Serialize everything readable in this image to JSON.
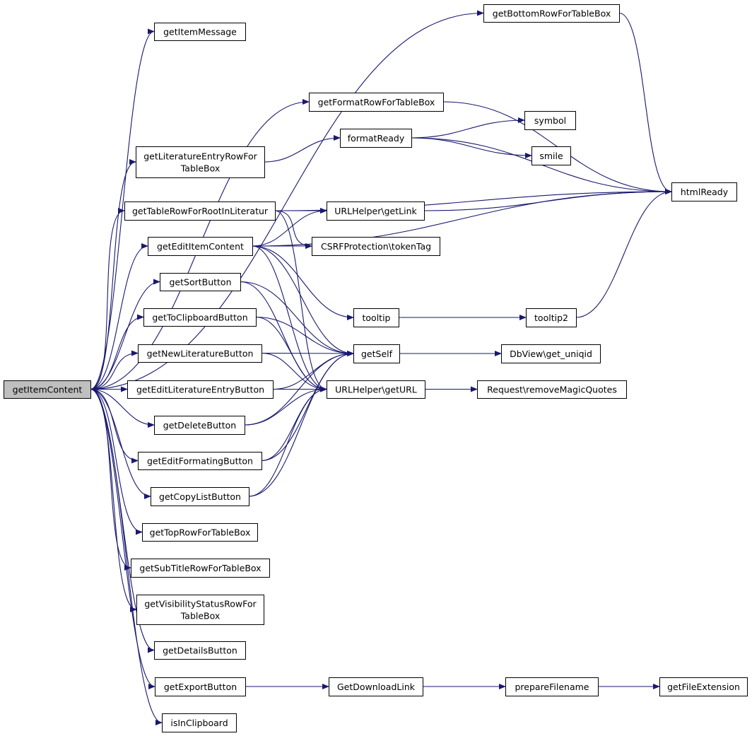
{
  "nodes": [
    {
      "id": "getItemContent",
      "lines": [
        "getItemContent"
      ],
      "root": true
    },
    {
      "id": "getItemMessage",
      "lines": [
        "getItemMessage"
      ]
    },
    {
      "id": "getBottomRowForTableBox",
      "lines": [
        "getBottomRowForTableBox"
      ]
    },
    {
      "id": "getFormatRowForTableBox",
      "lines": [
        "getFormatRowForTableBox"
      ]
    },
    {
      "id": "getLiteratureEntryRowForTableBox",
      "lines": [
        "getLiteratureEntryRowFor",
        "TableBox"
      ]
    },
    {
      "id": "formatReady",
      "lines": [
        "formatReady"
      ]
    },
    {
      "id": "symbol",
      "lines": [
        "symbol"
      ]
    },
    {
      "id": "smile",
      "lines": [
        "smile"
      ]
    },
    {
      "id": "htmlReady",
      "lines": [
        "htmlReady"
      ]
    },
    {
      "id": "getTableRowForRootInLiteratur",
      "lines": [
        "getTableRowForRootInLiteratur"
      ]
    },
    {
      "id": "URLHelperGetLink",
      "lines": [
        "URLHelper\\getLink"
      ]
    },
    {
      "id": "getEditItemContent",
      "lines": [
        "getEditItemContent"
      ]
    },
    {
      "id": "CSRFProtectionTokenTag",
      "lines": [
        "CSRFProtection\\tokenTag"
      ]
    },
    {
      "id": "getSortButton",
      "lines": [
        "getSortButton"
      ]
    },
    {
      "id": "tooltip",
      "lines": [
        "tooltip"
      ]
    },
    {
      "id": "tooltip2",
      "lines": [
        "tooltip2"
      ]
    },
    {
      "id": "getToClipboardButton",
      "lines": [
        "getToClipboardButton"
      ]
    },
    {
      "id": "getNewLiteratureButton",
      "lines": [
        "getNewLiteratureButton"
      ]
    },
    {
      "id": "getSelf",
      "lines": [
        "getSelf"
      ]
    },
    {
      "id": "DbViewGetUniqid",
      "lines": [
        "DbView\\get_uniqid"
      ]
    },
    {
      "id": "getEditLiteratureEntryButton",
      "lines": [
        "getEditLiteratureEntryButton"
      ]
    },
    {
      "id": "URLHelperGetURL",
      "lines": [
        "URLHelper\\getURL"
      ]
    },
    {
      "id": "RequestRemoveMagicQuotes",
      "lines": [
        "Request\\removeMagicQuotes"
      ]
    },
    {
      "id": "getDeleteButton",
      "lines": [
        "getDeleteButton"
      ]
    },
    {
      "id": "getEditFormatingButton",
      "lines": [
        "getEditFormatingButton"
      ]
    },
    {
      "id": "getCopyListButton",
      "lines": [
        "getCopyListButton"
      ]
    },
    {
      "id": "getTopRowForTableBox",
      "lines": [
        "getTopRowForTableBox"
      ]
    },
    {
      "id": "getSubTitleRowForTableBox",
      "lines": [
        "getSubTitleRowForTableBox"
      ]
    },
    {
      "id": "getVisibilityStatusRowForTableBox",
      "lines": [
        "getVisibilityStatusRowFor",
        "TableBox"
      ]
    },
    {
      "id": "getDetailsButton",
      "lines": [
        "getDetailsButton"
      ]
    },
    {
      "id": "getExportButton",
      "lines": [
        "getExportButton"
      ]
    },
    {
      "id": "GetDownloadLink",
      "lines": [
        "GetDownloadLink"
      ]
    },
    {
      "id": "prepareFilename",
      "lines": [
        "prepareFilename"
      ]
    },
    {
      "id": "getFileExtension",
      "lines": [
        "getFileExtension"
      ]
    },
    {
      "id": "isInClipboard",
      "lines": [
        "isInClipboard"
      ]
    }
  ],
  "edges": [
    [
      "getItemContent",
      "getItemMessage"
    ],
    [
      "getItemContent",
      "getBottomRowForTableBox"
    ],
    [
      "getItemContent",
      "getFormatRowForTableBox"
    ],
    [
      "getItemContent",
      "getLiteratureEntryRowForTableBox"
    ],
    [
      "getItemContent",
      "getTableRowForRootInLiteratur"
    ],
    [
      "getItemContent",
      "getEditItemContent"
    ],
    [
      "getItemContent",
      "getSortButton"
    ],
    [
      "getItemContent",
      "getToClipboardButton"
    ],
    [
      "getItemContent",
      "getNewLiteratureButton"
    ],
    [
      "getItemContent",
      "getEditLiteratureEntryButton"
    ],
    [
      "getItemContent",
      "getDeleteButton"
    ],
    [
      "getItemContent",
      "getEditFormatingButton"
    ],
    [
      "getItemContent",
      "getCopyListButton"
    ],
    [
      "getItemContent",
      "getTopRowForTableBox"
    ],
    [
      "getItemContent",
      "getSubTitleRowForTableBox"
    ],
    [
      "getItemContent",
      "getVisibilityStatusRowForTableBox"
    ],
    [
      "getItemContent",
      "getDetailsButton"
    ],
    [
      "getItemContent",
      "getExportButton"
    ],
    [
      "getItemContent",
      "isInClipboard"
    ],
    [
      "getBottomRowForTableBox",
      "htmlReady"
    ],
    [
      "getFormatRowForTableBox",
      "htmlReady"
    ],
    [
      "getLiteratureEntryRowForTableBox",
      "formatReady"
    ],
    [
      "formatReady",
      "symbol"
    ],
    [
      "formatReady",
      "smile"
    ],
    [
      "formatReady",
      "htmlReady"
    ],
    [
      "getTableRowForRootInLiteratur",
      "htmlReady"
    ],
    [
      "getTableRowForRootInLiteratur",
      "URLHelperGetLink"
    ],
    [
      "getTableRowForRootInLiteratur",
      "CSRFProtectionTokenTag"
    ],
    [
      "getTableRowForRootInLiteratur",
      "URLHelperGetURL"
    ],
    [
      "URLHelperGetLink",
      "htmlReady"
    ],
    [
      "getEditItemContent",
      "URLHelperGetLink"
    ],
    [
      "getEditItemContent",
      "CSRFProtectionTokenTag"
    ],
    [
      "getEditItemContent",
      "htmlReady"
    ],
    [
      "getEditItemContent",
      "tooltip"
    ],
    [
      "getEditItemContent",
      "getSelf"
    ],
    [
      "getEditItemContent",
      "URLHelperGetURL"
    ],
    [
      "getSortButton",
      "getSelf"
    ],
    [
      "getSortButton",
      "URLHelperGetURL"
    ],
    [
      "tooltip",
      "tooltip2"
    ],
    [
      "tooltip2",
      "htmlReady"
    ],
    [
      "getToClipboardButton",
      "getSelf"
    ],
    [
      "getToClipboardButton",
      "URLHelperGetURL"
    ],
    [
      "getNewLiteratureButton",
      "getSelf"
    ],
    [
      "getNewLiteratureButton",
      "URLHelperGetURL"
    ],
    [
      "getSelf",
      "DbViewGetUniqid"
    ],
    [
      "getEditLiteratureEntryButton",
      "URLHelperGetURL"
    ],
    [
      "getEditLiteratureEntryButton",
      "getSelf"
    ],
    [
      "URLHelperGetURL",
      "RequestRemoveMagicQuotes"
    ],
    [
      "getDeleteButton",
      "getSelf"
    ],
    [
      "getDeleteButton",
      "URLHelperGetURL"
    ],
    [
      "getEditFormatingButton",
      "getSelf"
    ],
    [
      "getEditFormatingButton",
      "URLHelperGetURL"
    ],
    [
      "getCopyListButton",
      "getSelf"
    ],
    [
      "getCopyListButton",
      "URLHelperGetURL"
    ],
    [
      "getExportButton",
      "GetDownloadLink"
    ],
    [
      "GetDownloadLink",
      "prepareFilename"
    ],
    [
      "prepareFilename",
      "getFileExtension"
    ]
  ]
}
